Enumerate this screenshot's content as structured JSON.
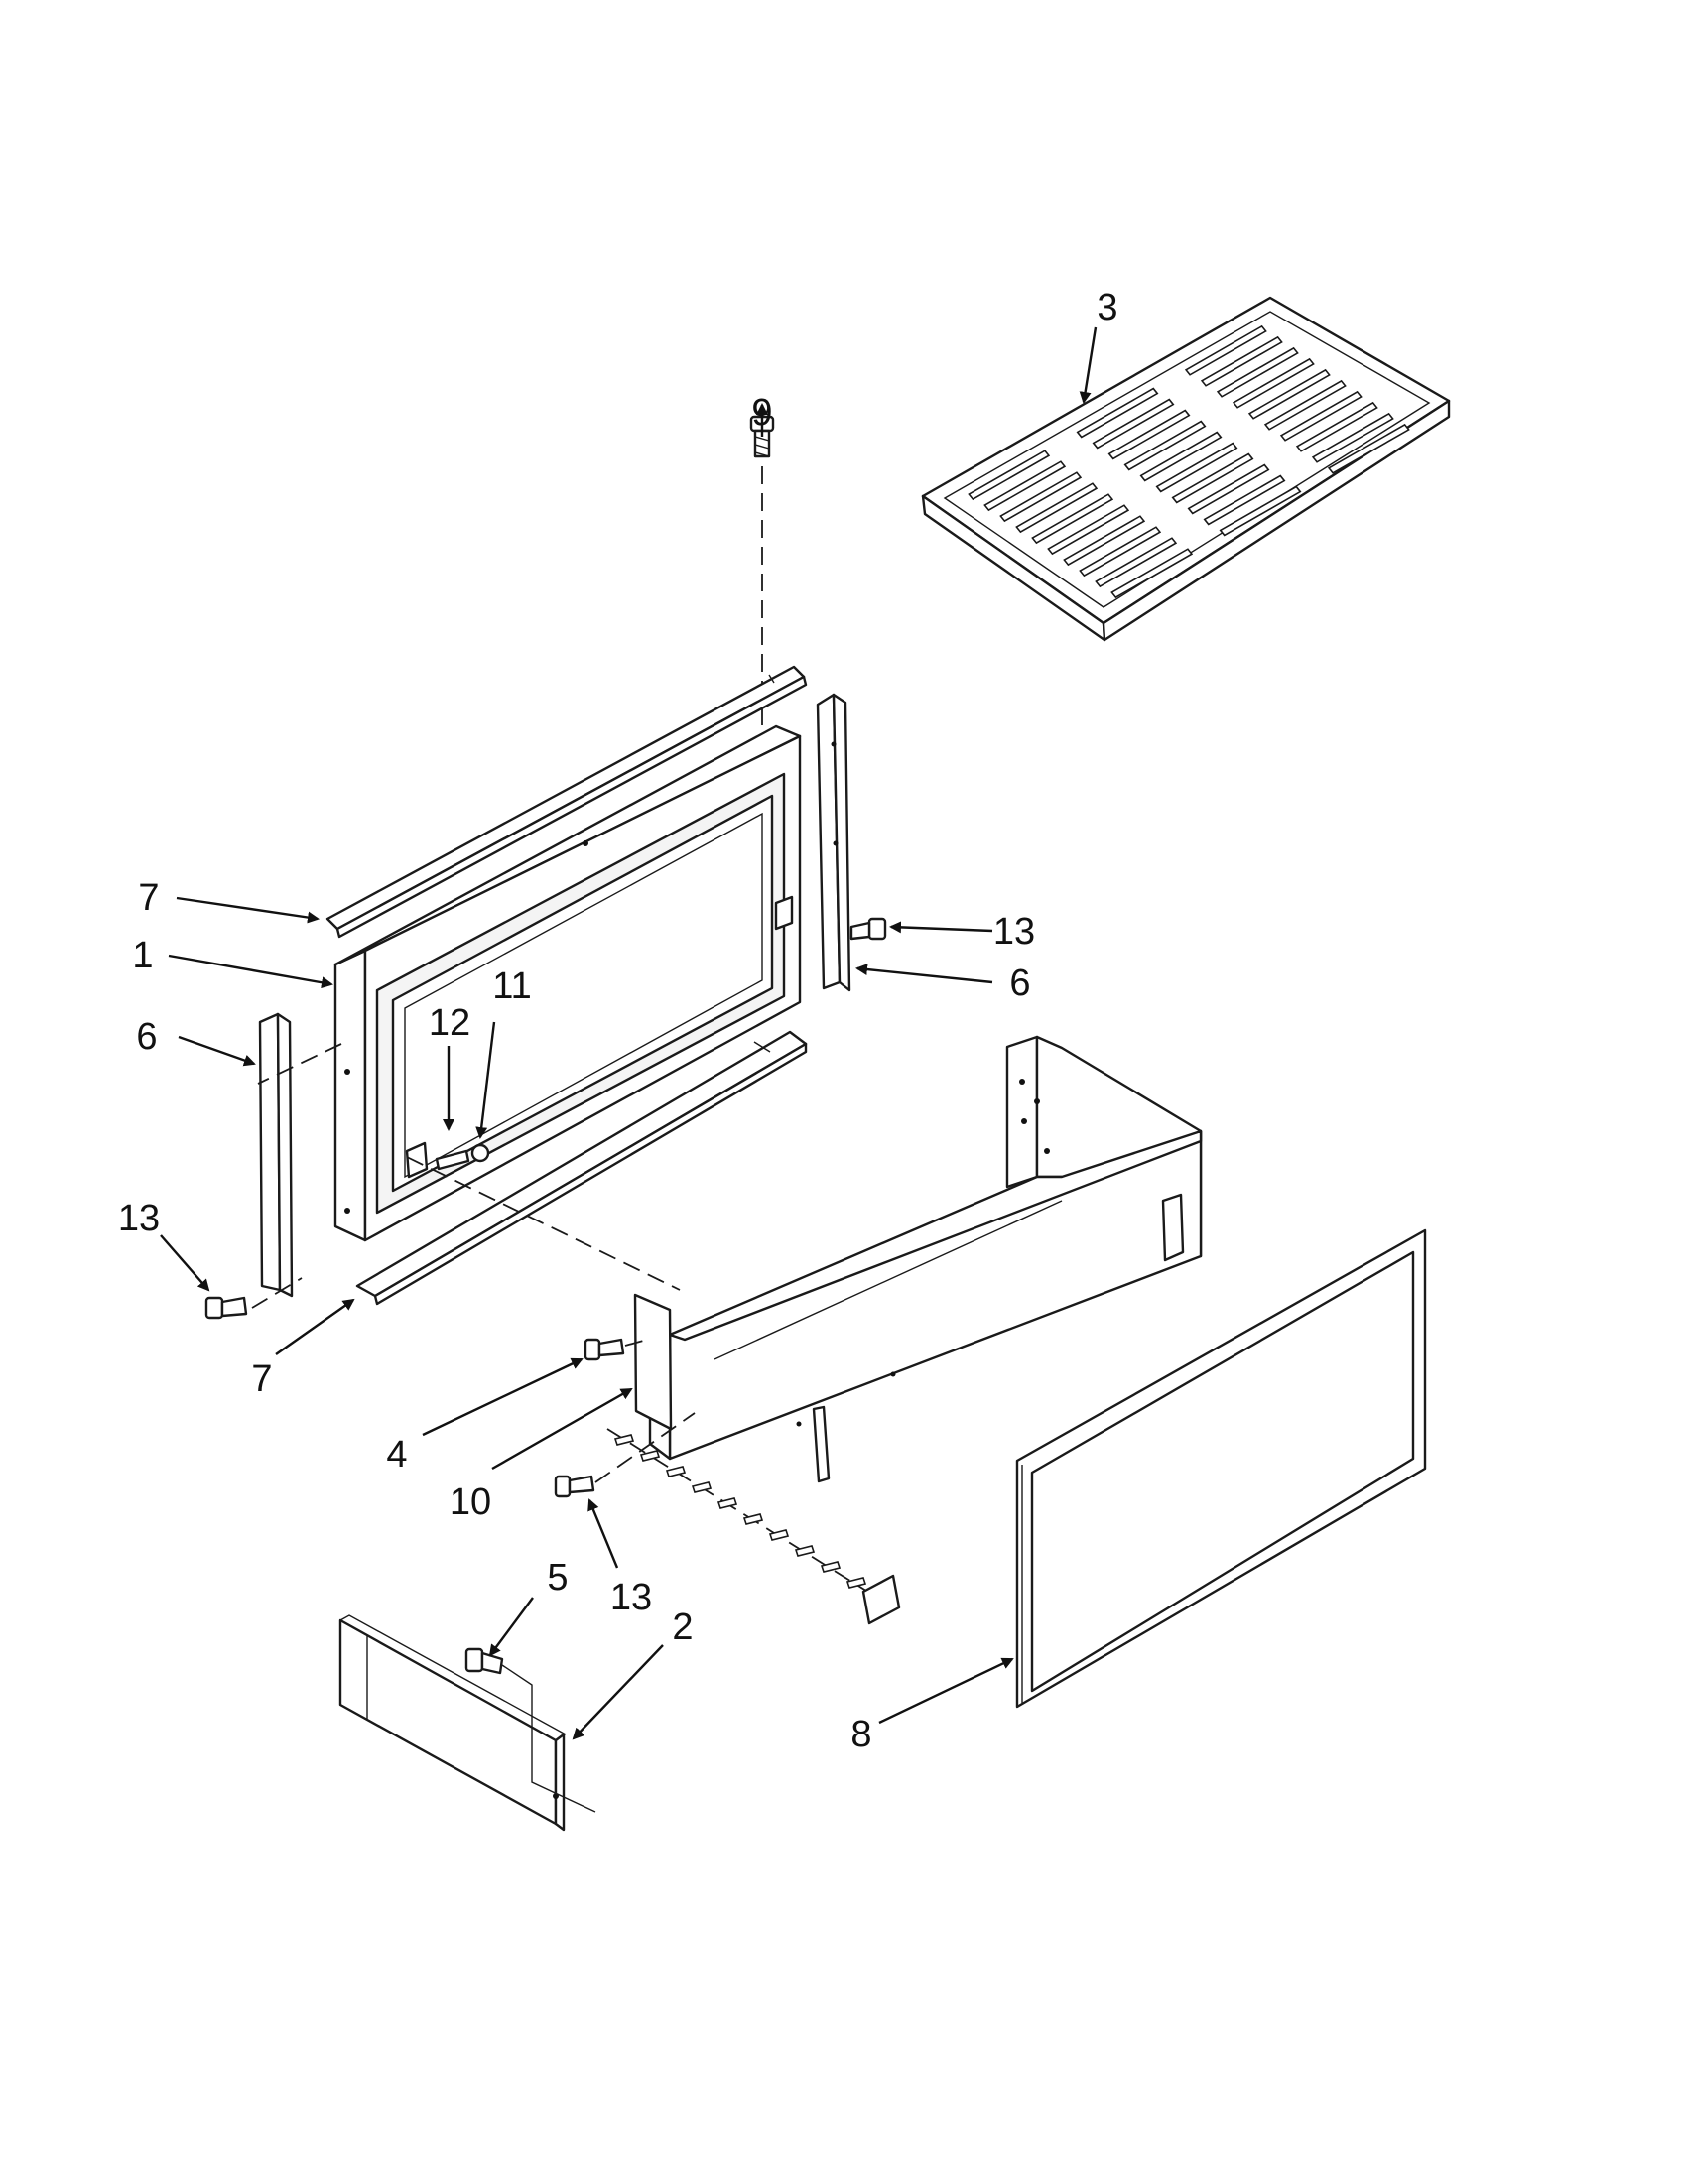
{
  "callouts": [
    {
      "id": "c1",
      "text": "1"
    },
    {
      "id": "c2",
      "text": "2"
    },
    {
      "id": "c3",
      "text": "3"
    },
    {
      "id": "c4",
      "text": "4"
    },
    {
      "id": "c5",
      "text": "5"
    },
    {
      "id": "c6a",
      "text": "6"
    },
    {
      "id": "c6b",
      "text": "6"
    },
    {
      "id": "c7a",
      "text": "7"
    },
    {
      "id": "c7b",
      "text": "7"
    },
    {
      "id": "c8",
      "text": "8"
    },
    {
      "id": "c9",
      "text": "9"
    },
    {
      "id": "c10",
      "text": "10"
    },
    {
      "id": "c11",
      "text": "11"
    },
    {
      "id": "c12",
      "text": "12"
    },
    {
      "id": "c13a",
      "text": "13"
    },
    {
      "id": "c13b",
      "text": "13"
    },
    {
      "id": "c13c",
      "text": "13"
    }
  ]
}
